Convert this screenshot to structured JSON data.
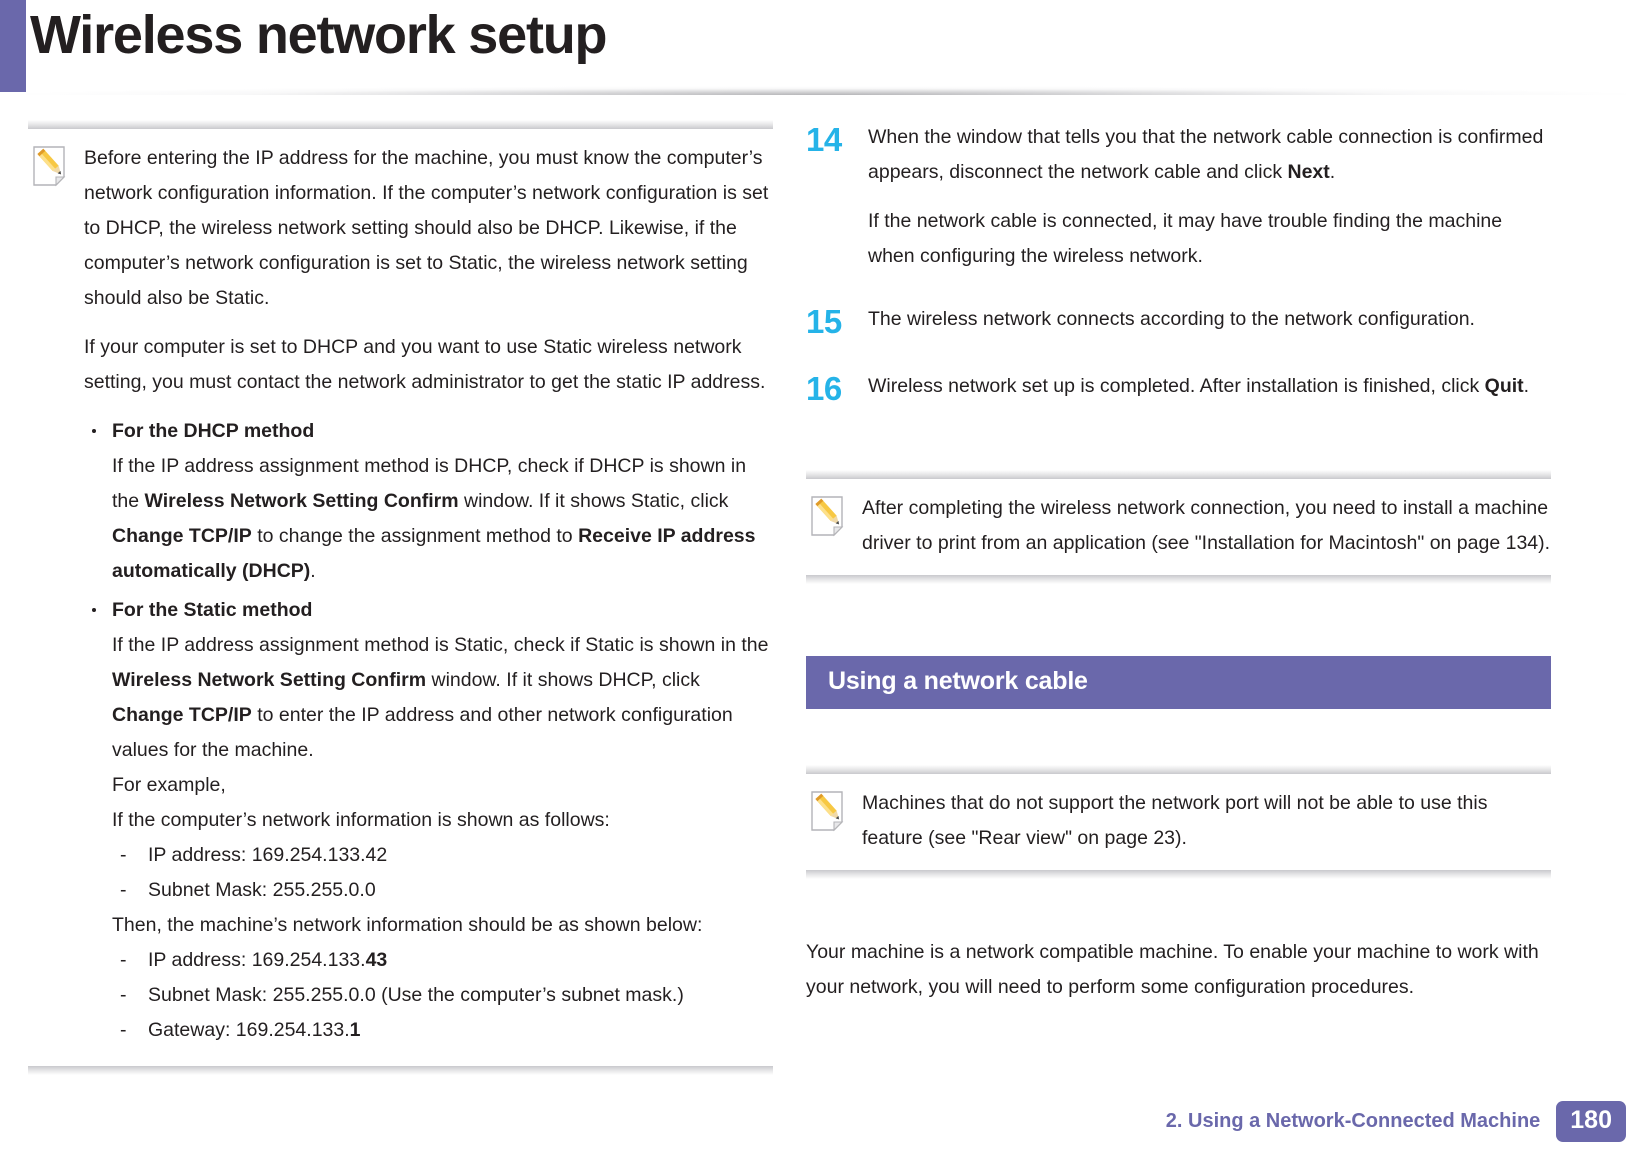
{
  "document": {
    "title": "Wireless network setup",
    "accent_purple": "#6a68ab",
    "step_number_color": "#25b3e8"
  },
  "left_column": {
    "note": {
      "icon": "note-pencil-icon",
      "paragraphs": [
        "Before entering the IP address for the machine, you must know the computer’s network configuration information. If the computer’s network configuration is set to DHCP, the wireless network setting should also be DHCP. Likewise, if the computer’s network configuration is set to Static, the wireless network setting should also be Static.",
        "If your computer is set to DHCP and you want to use Static wireless network setting, you must contact the network administrator to get the static IP address."
      ],
      "bullets": [
        {
          "heading": "For the DHCP method",
          "body_parts": [
            {
              "text": "If the IP address assignment method is DHCP, check if DHCP is shown in the ",
              "bold": false
            },
            {
              "text": "Wireless Network Setting Confirm",
              "bold": true
            },
            {
              "text": " window. If it shows Static, click ",
              "bold": false
            },
            {
              "text": "Change TCP/IP",
              "bold": true
            },
            {
              "text": " to change the assignment method to ",
              "bold": false
            },
            {
              "text": "Receive IP address automatically (DHCP)",
              "bold": true
            },
            {
              "text": ".",
              "bold": false
            }
          ]
        },
        {
          "heading": "For the Static method",
          "body_parts": [
            {
              "text": "If the IP address assignment method is Static, check if Static is shown in the ",
              "bold": false
            },
            {
              "text": "Wireless Network Setting Confirm",
              "bold": true
            },
            {
              "text": " window. If it shows DHCP, click ",
              "bold": false
            },
            {
              "text": "Change TCP/IP",
              "bold": true
            },
            {
              "text": " to enter the IP address and other network configuration values for the machine.",
              "bold": false
            }
          ],
          "example_intro_1": "For example,",
          "example_intro_2": "If the computer’s network information is shown as follows:",
          "computer_values": [
            "IP address: 169.254.133.42",
            "Subnet Mask: 255.255.0.0"
          ],
          "machine_intro": "Then, the machine’s network information should be as shown below:",
          "machine_values": [
            {
              "prefix": "IP address: 169.254.133.",
              "emphasis": "43",
              "suffix": ""
            },
            {
              "prefix": "Subnet Mask: 255.255.0.0 (Use the computer’s subnet mask.)",
              "emphasis": "",
              "suffix": ""
            },
            {
              "prefix": "Gateway: 169.254.133.",
              "emphasis": "1",
              "suffix": ""
            }
          ]
        }
      ]
    }
  },
  "right_column": {
    "steps": [
      {
        "number": "14",
        "parts": [
          {
            "text": "When the window that tells you that the network cable connection is confirmed appears, disconnect the network cable and click ",
            "bold": false
          },
          {
            "text": "Next",
            "bold": true
          },
          {
            "text": ".",
            "bold": false
          }
        ],
        "sub_paragraph": "If the network cable is connected, it may have trouble finding the machine when configuring the wireless network."
      },
      {
        "number": "15",
        "parts": [
          {
            "text": "The wireless network connects according to the network configuration.",
            "bold": false
          }
        ],
        "sub_paragraph": ""
      },
      {
        "number": "16",
        "parts": [
          {
            "text": "Wireless network set up is completed. After installation is finished, click ",
            "bold": false
          },
          {
            "text": "Quit",
            "bold": true
          },
          {
            "text": ".",
            "bold": false
          }
        ],
        "sub_paragraph": ""
      }
    ],
    "note_after_steps": {
      "icon": "note-pencil-icon",
      "text": "After completing the wireless network connection, you need to install a machine driver to print from an application (see \"Installation for Macintosh\" on page 134)."
    },
    "section_heading": "Using a network cable",
    "note_network_cable": {
      "icon": "note-pencil-icon",
      "text": "Machines that do not support the network port will not be able to use this feature (see \"Rear view\" on page 23)."
    },
    "closing_paragraph": "Your machine is a network compatible machine. To enable your machine to work with your network, you will need to perform some configuration procedures."
  },
  "footer": {
    "chapter_label": "2.  Using a Network-Connected Machine",
    "page_number": "180"
  }
}
